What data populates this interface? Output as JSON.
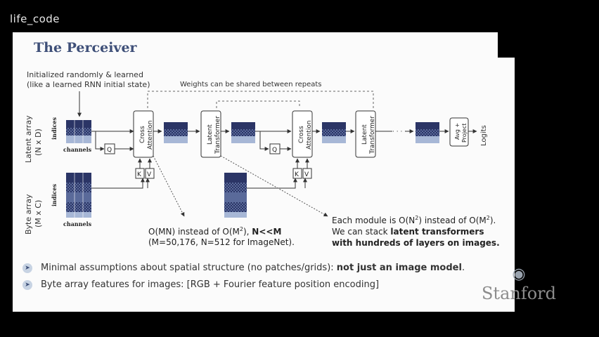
{
  "watermark": "life_code",
  "slide": {
    "title": "The Perceiver",
    "notes": {
      "init_line1": "Initialized randomly & learned",
      "init_line2": "(like a learned RNN initial state)",
      "shared": "Weights can be shared between repeats"
    },
    "axis_labels": {
      "latent_line1": "Latent array",
      "latent_line2": "(N x D)",
      "byte_line1": "Byte array",
      "byte_line2": "(M x C)",
      "indices": "indices",
      "channels": "channels",
      "logits": "Logits"
    },
    "blocks": {
      "cross1": "Cross",
      "cross2": "Attention",
      "latent1": "Latent",
      "latent2": "Transformer",
      "avg1": "Avg +",
      "avg2": "Project",
      "q": "Q",
      "k": "K",
      "v": "V",
      "ellipsis": "· · · · ·"
    },
    "callout_left": {
      "line1_pre": "O(MN) instead of O(M",
      "sup": "2",
      "line1_mid": "), ",
      "line1_bold": "N<<M",
      "line2": "(M=50,176, N=512 for ImageNet)."
    },
    "callout_right": {
      "line1_pre": "Each module is O(N",
      "sup1": "2",
      "line1_mid": ") instead of O(M",
      "sup2": "2",
      "line1_end": ").",
      "line2_pre": "We can stack ",
      "line2_bold": "latent transformers",
      "line3_bold": "with hundreds of layers on images."
    },
    "bullets": [
      {
        "text": "Minimal assumptions about spatial structure (no patches/grids): ",
        "bold": "not just an image model",
        "end": "."
      },
      {
        "text": "Byte array features for images: [RGB + Fourier feature position encoding]",
        "bold": "",
        "end": ""
      }
    ],
    "logo_text": "Stanford"
  }
}
